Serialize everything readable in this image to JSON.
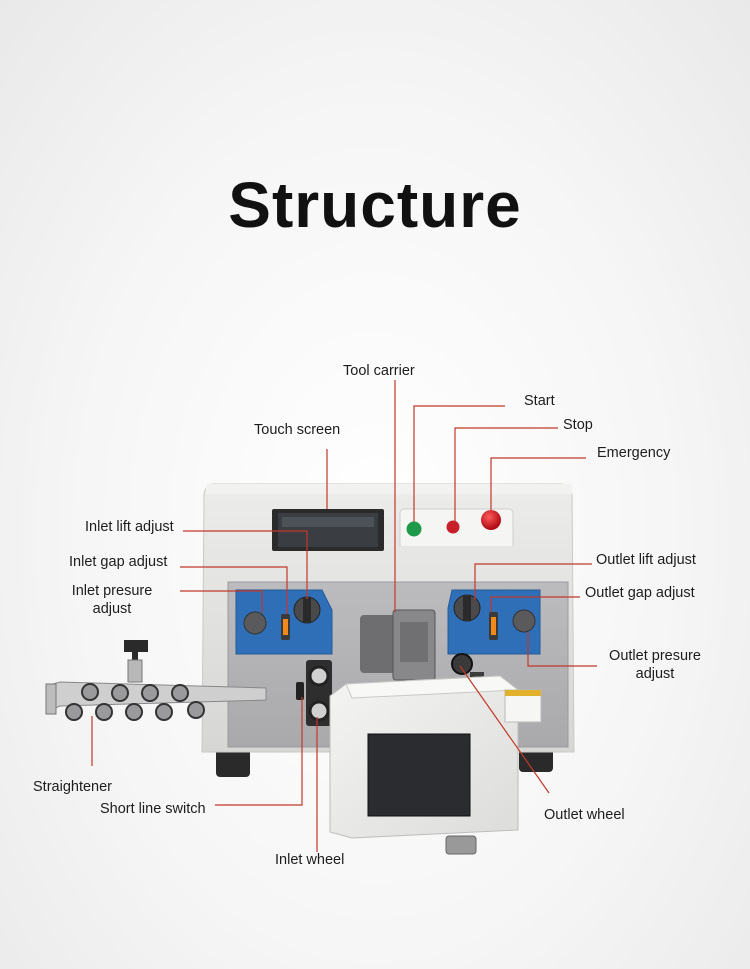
{
  "title": "Structure",
  "labels": {
    "tool_carrier": "Tool carrier",
    "start": "Start",
    "stop": "Stop",
    "touch_screen": "Touch screen",
    "emergency": "Emergency",
    "inlet_lift_adjust": "Inlet lift adjust",
    "inlet_gap_adjust": "Inlet gap adjust",
    "inlet_presure_adjust_1": "Inlet presure",
    "inlet_presure_adjust_2": "adjust",
    "outlet_lift_adjust": "Outlet lift adjust",
    "outlet_gap_adjust": "Outlet gap adjust",
    "outlet_presure_adjust_1": "Outlet presure",
    "outlet_presure_adjust_2": "adjust",
    "straightener": "Straightener",
    "short_line_switch": "Short line switch",
    "inlet_wheel": "Inlet wheel",
    "outlet_wheel": "Outlet wheel"
  },
  "colors": {
    "leader_line": "#c0392b",
    "machine_body": "#e4e4e2",
    "panel_blue": "#2f6fb8",
    "start_button": "#1f9a4a",
    "stop_button": "#c8202a",
    "emergency_button": "#d3141e"
  }
}
